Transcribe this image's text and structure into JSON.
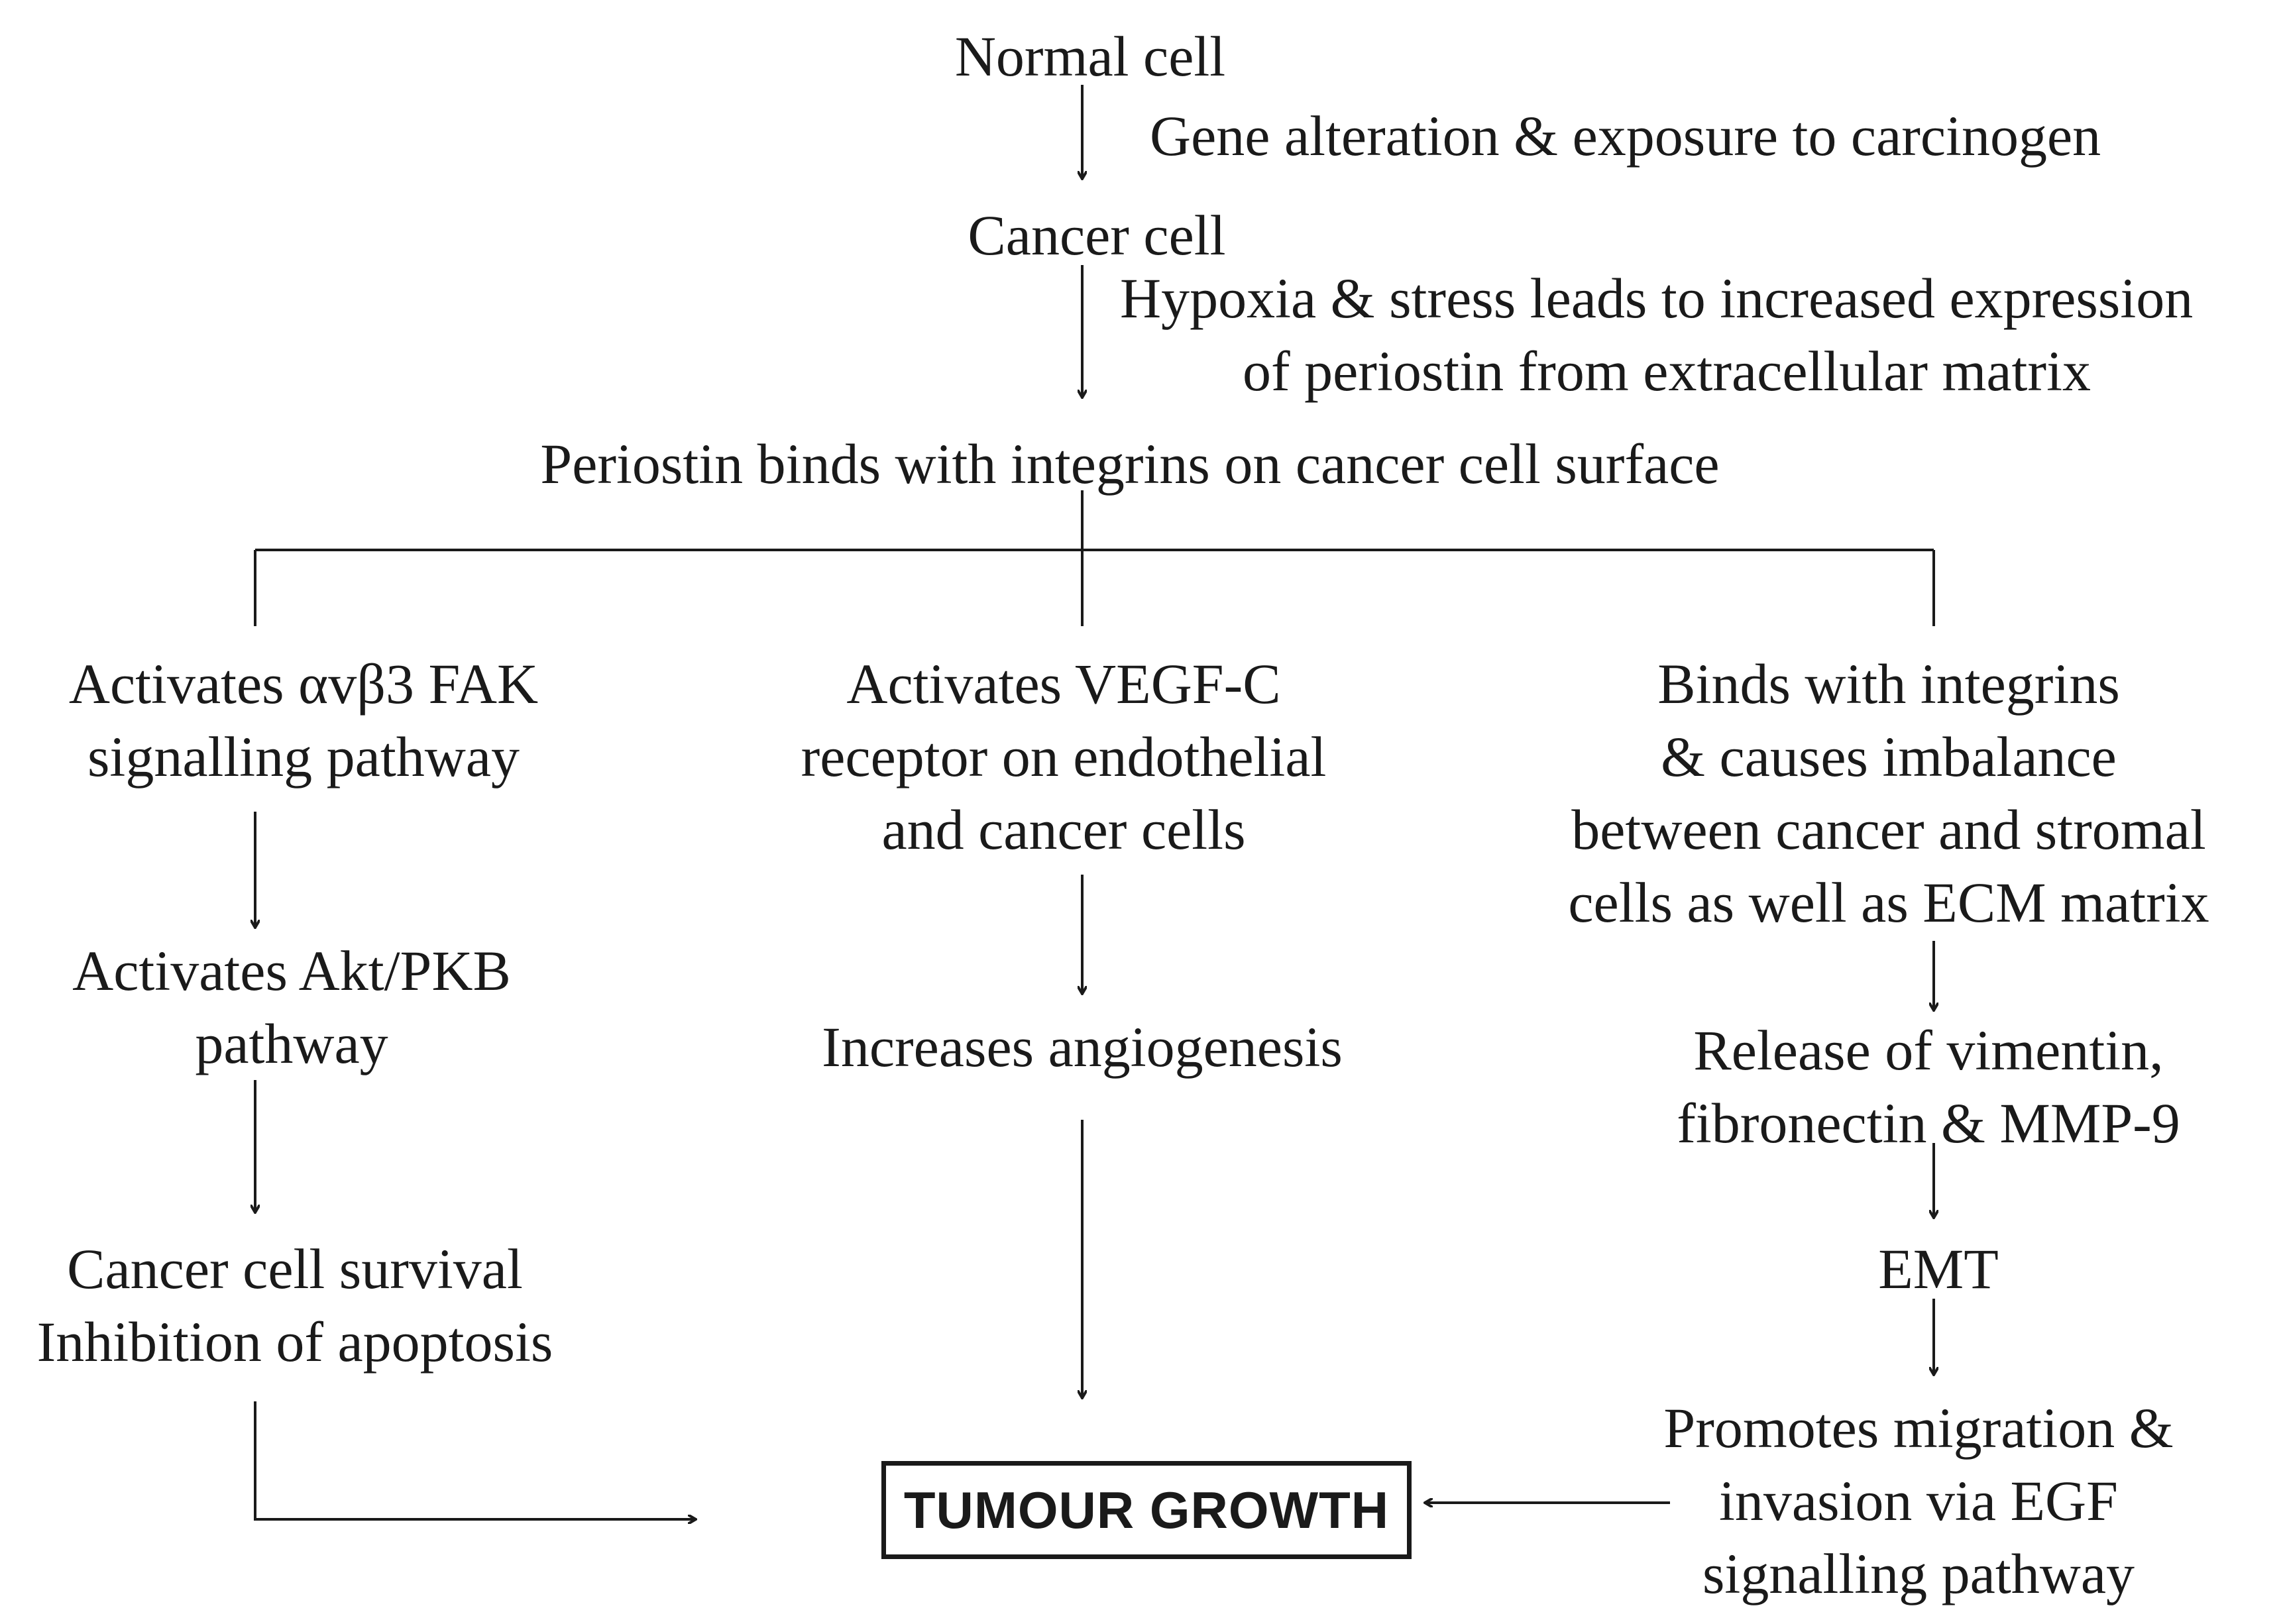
{
  "flow": {
    "normal_cell": "Normal cell",
    "step1_note": "Gene alteration & exposure to carcinogen",
    "cancer_cell": "Cancer cell",
    "step2_note_line1": "Hypoxia & stress leads to increased expression",
    "step2_note_line2": "of periostin from extracellular matrix",
    "periostin_binding": "Periostin binds with integrins on cancer cell surface"
  },
  "branches": {
    "left": {
      "node1_line1": "Activates αvβ3 FAK",
      "node1_line2": "signalling pathway",
      "node2_line1": "Activates Akt/PKB",
      "node2_line2": "pathway",
      "node3_line1": "Cancer cell survival",
      "node3_line2": "Inhibition of apoptosis"
    },
    "middle": {
      "node1_line1": "Activates VEGF-C",
      "node1_line2": "receptor on endothelial",
      "node1_line3": "and cancer cells",
      "node2": "Increases angiogenesis"
    },
    "right": {
      "node1_line1": "Binds with integrins",
      "node1_line2": "& causes imbalance",
      "node1_line3": "between cancer and stromal",
      "node1_line4": "cells as well as ECM matrix",
      "node2_line1": "Release of vimentin,",
      "node2_line2": "fibronectin & MMP-9",
      "node3": "EMT",
      "node4_line1": "Promotes migration &",
      "node4_line2": "invasion via EGF",
      "node4_line3": "signalling pathway"
    }
  },
  "outcome": "TUMOUR GROWTH"
}
